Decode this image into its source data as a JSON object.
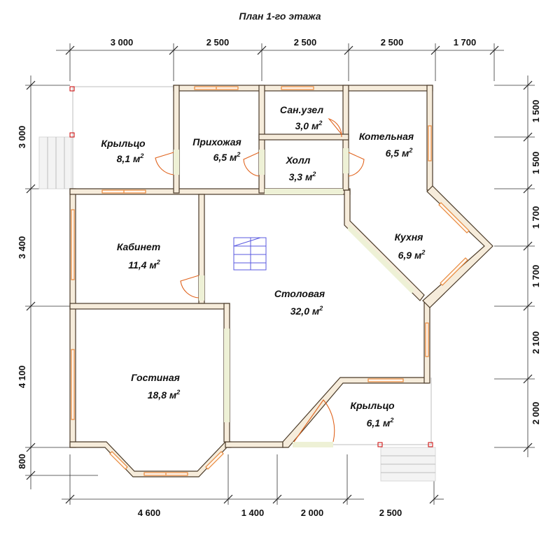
{
  "title": "План 1-го этажа",
  "dims_top": [
    "3 000",
    "2 500",
    "2 500",
    "2 500",
    "1 700"
  ],
  "dims_bottom": [
    "4 600",
    "1 400",
    "2 000",
    "2 500"
  ],
  "dims_left": [
    "3 000",
    "3 400",
    "4 100",
    "800"
  ],
  "dims_right": [
    "1 500",
    "1 500",
    "1 700",
    "1 700",
    "2 100",
    "2 000"
  ],
  "area_unit": "м",
  "area_unit_power": "2",
  "rooms": {
    "porch_left": {
      "name": "Крыльцо",
      "area": "8,1"
    },
    "hallway": {
      "name": "Прихожая",
      "area": "6,5"
    },
    "bathroom": {
      "name": "Сан.узел",
      "area": "3,0"
    },
    "boiler_room": {
      "name": "Котельная",
      "area": "6,5"
    },
    "hall": {
      "name": "Холл",
      "area": "3,3"
    },
    "kitchen": {
      "name": "Кухня",
      "area": "6,9"
    },
    "study": {
      "name": "Кабинет",
      "area": "11,4"
    },
    "dining": {
      "name": "Столовая",
      "area": "32,0"
    },
    "living": {
      "name": "Гостиная",
      "area": "18,8"
    },
    "porch_right": {
      "name": "Крыльцо",
      "area": "6,1"
    }
  }
}
